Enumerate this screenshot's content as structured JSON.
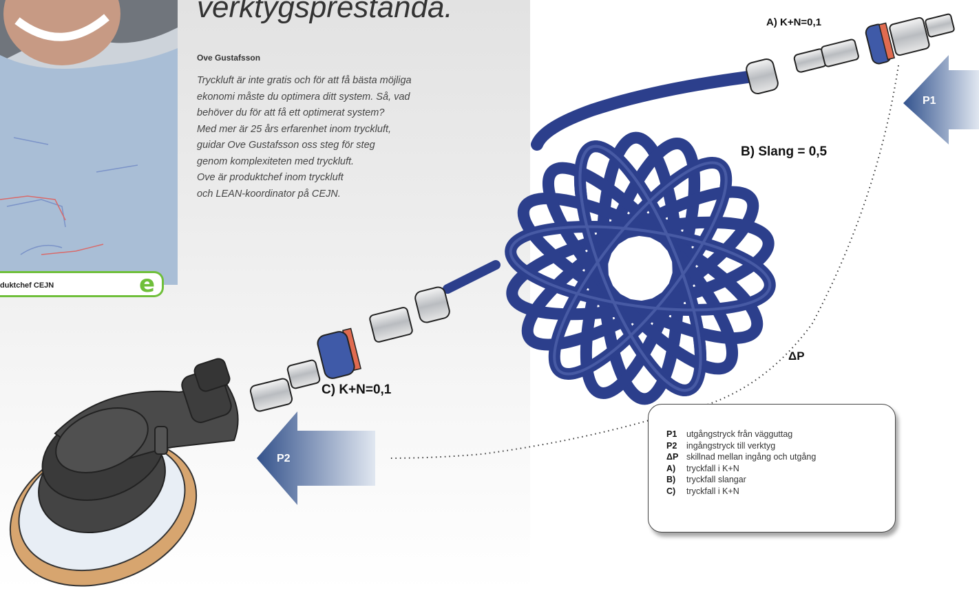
{
  "article": {
    "headline": "verktygsprestanda.",
    "author": "Ove Gustafsson",
    "intro_lines": [
      "Tryckluft är inte gratis och för att få bästa möjliga",
      "ekonomi måste du optimera ditt system. Så, vad",
      "behöver du för att få ett optimerat system?",
      "Med mer är 25 års erfarenhet inom tryckluft,",
      "guidar Ove Gustafsson oss steg för steg",
      "genom komplexiteten med tryckluft.",
      "Ove är produktchef inom tryckluft",
      "och LEAN-koordinator på CEJN."
    ],
    "photo_caption": "duktchef CEJN",
    "logo_letter": "e"
  },
  "diagram": {
    "label_a": "A) K+N=0,1",
    "label_b": "B) Slang = 0,5",
    "label_c": "C) K+N=0,1",
    "label_dp": "ΔP",
    "arrow_p1": "P1",
    "arrow_p2": "P2"
  },
  "legend": {
    "items": [
      {
        "key": "P1",
        "text": "utgångstryck från vägguttag"
      },
      {
        "key": "P2",
        "text": "ingångstryck till verktyg"
      },
      {
        "key": "ΔP",
        "text": "skillnad mellan ingång och utgång"
      },
      {
        "key": "A)",
        "text": "tryckfall i K+N"
      },
      {
        "key": "B)",
        "text": "tryckfall slangar"
      },
      {
        "key": "C)",
        "text": "tryckfall i K+N"
      }
    ]
  },
  "colors": {
    "hose": "#2c3f8c",
    "arrow": "#2f4f86",
    "accent_green": "#6fbf3a",
    "coupling_ring": "#e06b50"
  }
}
